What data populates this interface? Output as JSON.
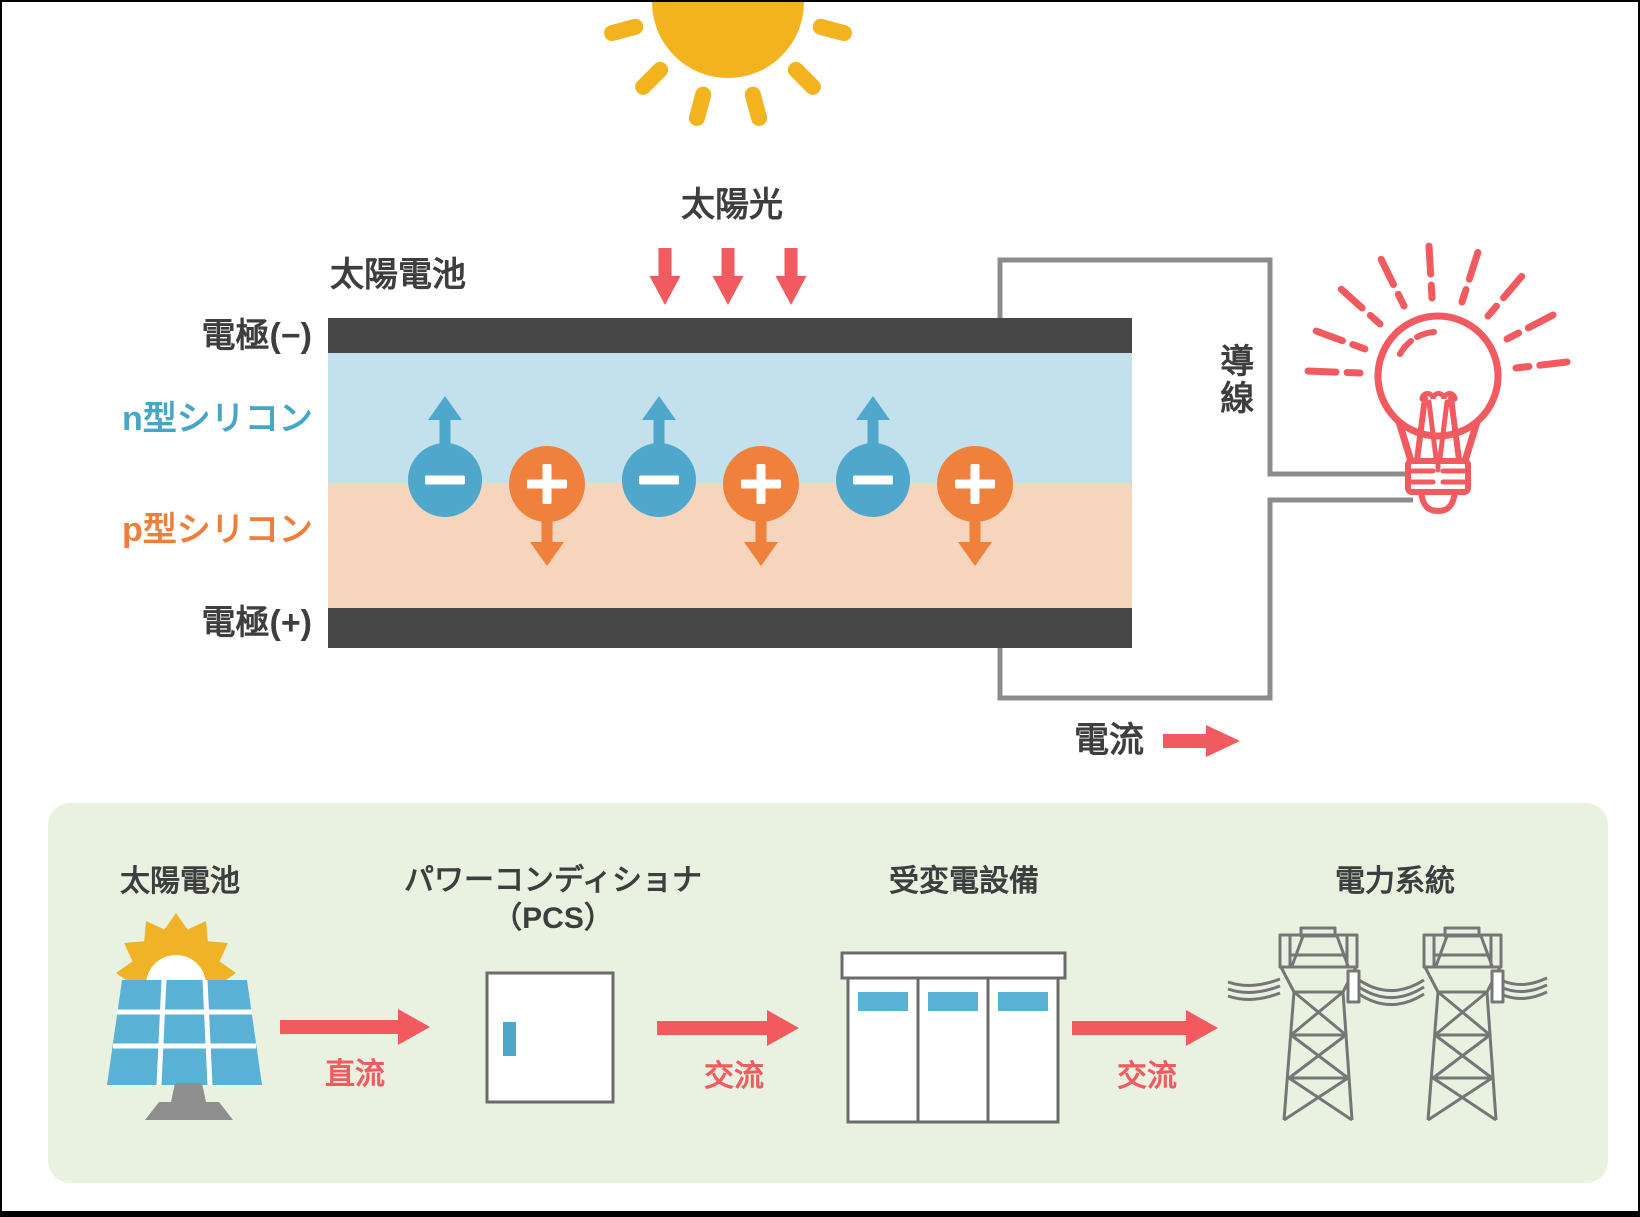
{
  "colors": {
    "accent_red": "#F15A5F",
    "sun_yellow": "#F2B31F",
    "electrode_dark": "#474747",
    "n_layer_blue": "#C2E1ED",
    "p_layer_peach": "#F7D5BC",
    "electron_blue": "#4FA8CC",
    "hole_orange": "#F0813D",
    "wire_gray": "#8C8C8C",
    "panel_green": "#E9F1E1",
    "icon_blue": "#59B2D6",
    "line_gray": "#767676",
    "text_dark": "#3E3E3E"
  },
  "top_diagram": {
    "sunlight_label": "太陽光",
    "cell_title": "太陽電池",
    "electrode_top_label": "電極(−)",
    "n_layer_label": "n型シリコン",
    "p_layer_label": "p型シリコン",
    "electrode_bottom_label": "電極(+)",
    "wire_label": "導線",
    "current_label": "電流",
    "electron_symbol": "−",
    "hole_symbol": "+"
  },
  "bottom_flow": {
    "steps": [
      {
        "label": "太陽電池"
      },
      {
        "label": "パワーコンディショナ",
        "sublabel": "（PCS）"
      },
      {
        "label": "受変電設備"
      },
      {
        "label": "電力系統"
      }
    ],
    "arrows": [
      {
        "label": "直流"
      },
      {
        "label": "交流"
      },
      {
        "label": "交流"
      }
    ]
  }
}
